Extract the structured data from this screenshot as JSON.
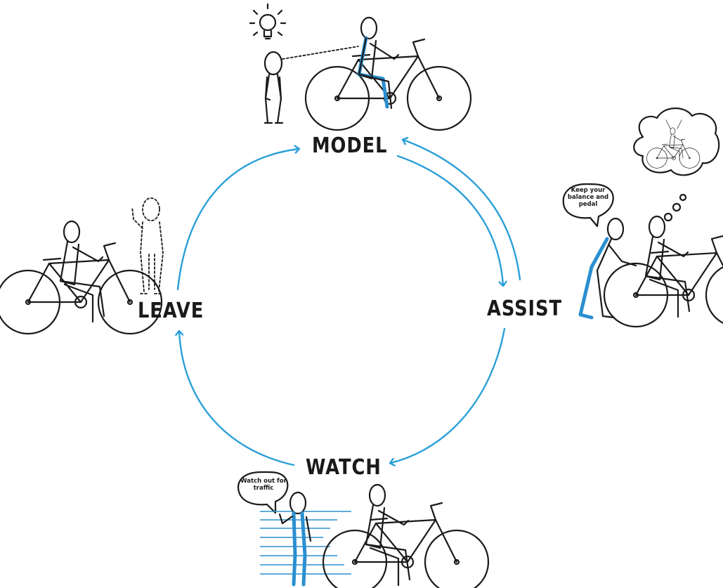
{
  "stages": {
    "model": "MODEL",
    "assist": "ASSIST",
    "watch": "WATCH",
    "leave": "LEAVE"
  },
  "bubbles": {
    "assist_speech": "Keep your balance and pedal",
    "watch_speech": "Watch out for traffic"
  },
  "colors": {
    "arrow": "#2a9fd8",
    "highlight": "#2a8fd0",
    "ink": "#1a1a1a"
  }
}
